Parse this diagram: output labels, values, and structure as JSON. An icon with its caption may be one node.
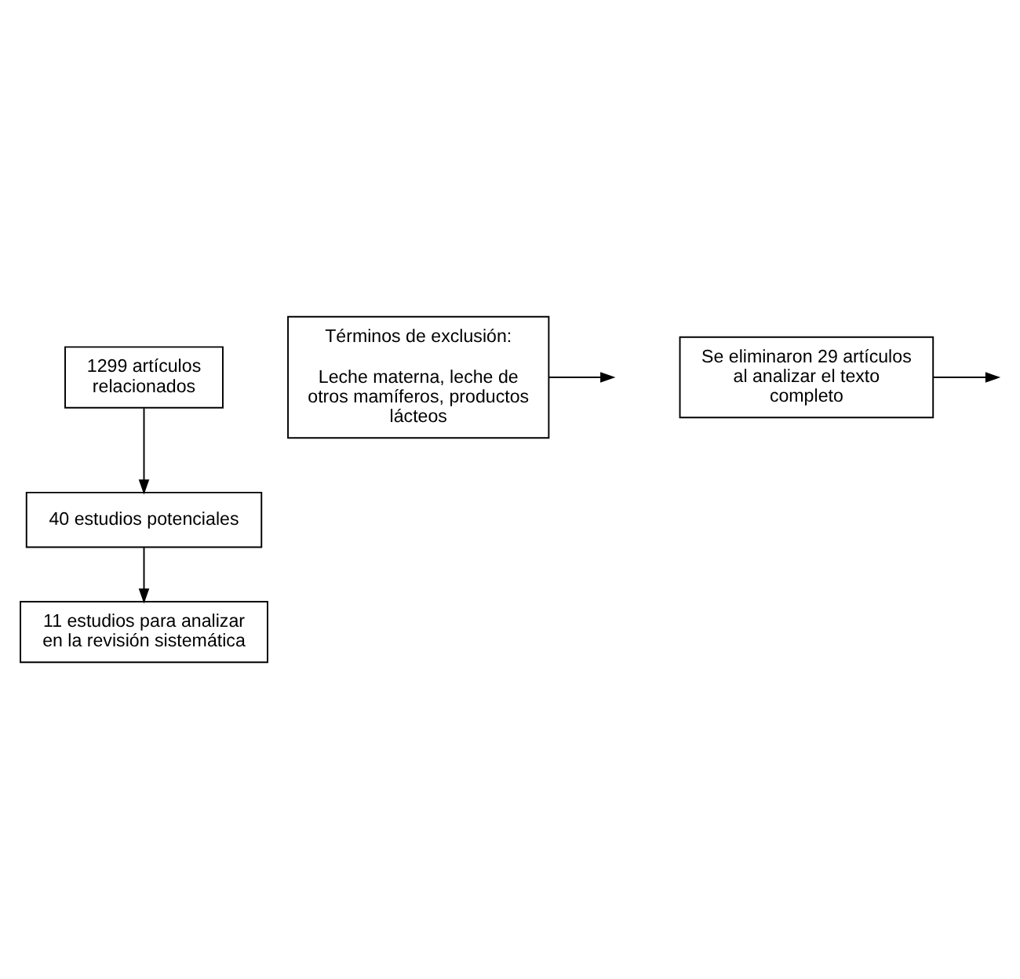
{
  "diagram": {
    "nodes": [
      {
        "text": [
          "1299 artículos relacionados"
        ]
      },
      {
        "text": [
          "Términos de exclusión:",
          "Leche materna, leche de otros mamíferos, productos lácteos"
        ]
      },
      {
        "text": [
          "40 estudios potenciales"
        ]
      },
      {
        "text": [
          "Se eliminaron 29 artículos al analizar el texto completo"
        ]
      },
      {
        "text": [
          "11 estudios para analizar en la revisión sistemática"
        ]
      }
    ],
    "edges": [
      {
        "from": 0,
        "to": 2,
        "arrow": "to"
      },
      {
        "from": 1,
        "to": null,
        "arrow": "to"
      },
      {
        "from": 2,
        "to": 4,
        "arrow": "to"
      },
      {
        "from": 3,
        "to": null,
        "arrow": "to"
      }
    ]
  }
}
